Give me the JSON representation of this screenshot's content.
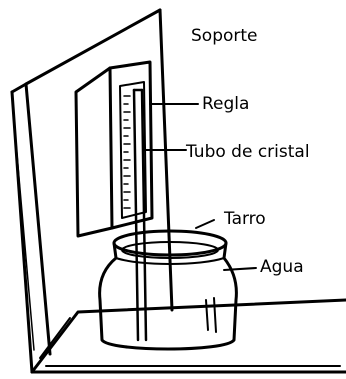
{
  "labels": {
    "soporte": "Soporte",
    "regla": "Regla",
    "tubo": "Tubo de cristal",
    "tarro": "Tarro",
    "agua": "Agua"
  },
  "colors": {
    "ink": "#000000",
    "paper": "#ffffff"
  }
}
